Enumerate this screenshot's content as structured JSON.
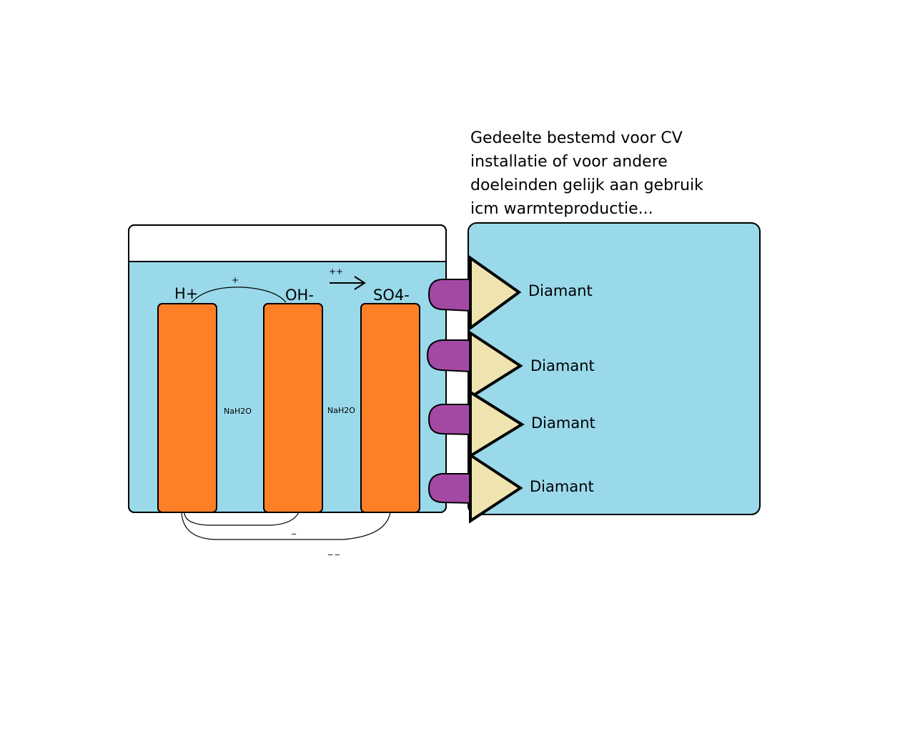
{
  "caption": {
    "lines": [
      "Gedeelte bestemd voor CV",
      "installatie of voor andere",
      "doeleinden gelijk aan gebruik",
      "icm warmteproductie..."
    ]
  },
  "cell": {
    "ions": [
      "H+",
      "OH-",
      "SO4-"
    ],
    "solution_labels": [
      "NaH2O",
      "NaH2O"
    ],
    "top_wire_sign": "+",
    "arrow_sign": "++",
    "bottom_wire_signs": [
      "_",
      "_ _"
    ]
  },
  "heater": {
    "diamond_labels": [
      "Diamant",
      "Diamant",
      "Diamant",
      "Diamant"
    ]
  },
  "colors": {
    "liquid": "#99d9ea",
    "electrode": "#ff7f27",
    "diamond": "#efe4b0",
    "connector": "#a349a4",
    "outline": "#000000"
  }
}
